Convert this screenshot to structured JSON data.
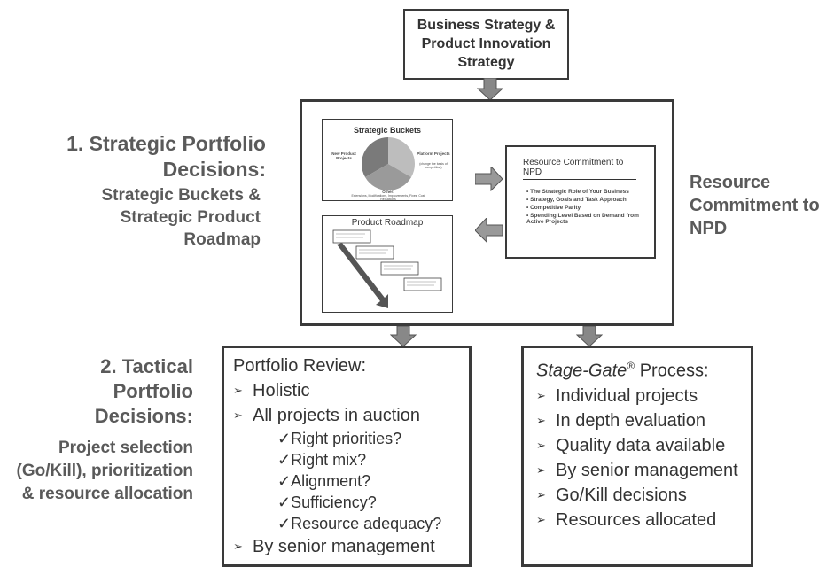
{
  "top": {
    "title": "Business Strategy & Product Innovation Strategy"
  },
  "left1": {
    "heading": "1. Strategic Portfolio Decisions:",
    "sub": "Strategic Buckets & Strategic Product Roadmap"
  },
  "buckets": {
    "title": "Strategic Buckets",
    "label_new": "New Product Projects",
    "label_platform": "Platform Projects",
    "label_platform_note": "(change the basis of competition)",
    "label_other": "Other:",
    "label_other_note": "Extensions, Modifications, Improvements, Fixes, Cost Reductions"
  },
  "roadmap": {
    "title": "Product Roadmap"
  },
  "resource": {
    "title": "Resource Commitment to NPD",
    "items": [
      "The Strategic Role of Your Business",
      "Strategy, Goals and Task Approach",
      "Competitive Parity",
      "Spending Level Based on Demand from Active Projects"
    ],
    "right_label": "Resource Commitment to NPD"
  },
  "left2": {
    "heading": "2. Tactical Portfolio Decisions:",
    "sub": "Project selection (Go/Kill), prioritization & resource allocation"
  },
  "review": {
    "title": "Portfolio Review:",
    "items": [
      "Holistic",
      "All projects in auction"
    ],
    "checks": [
      "Right priorities?",
      "Right mix?",
      "Alignment?",
      "Sufficiency?",
      "Resource adequacy?"
    ],
    "last": "By senior management"
  },
  "stagegate": {
    "title_italic": "Stage-Gate",
    "title_sup": "®",
    "title_rest": " Process:",
    "items": [
      "Individual projects",
      "In depth evaluation",
      "Quality data available",
      "By senior management",
      "Go/Kill decisions",
      "Resources allocated"
    ]
  },
  "icons": {
    "bullet": "arrowhead-bullet-icon",
    "check": "checkmark-icon"
  }
}
